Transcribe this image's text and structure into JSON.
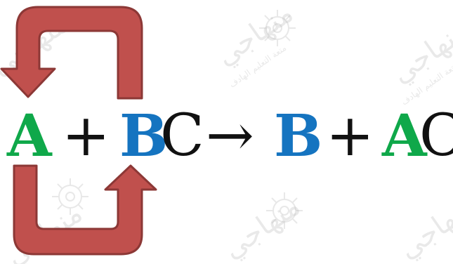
{
  "equation": {
    "lhs_a": "A",
    "plus_1": "+",
    "lhs_b": "B",
    "lhs_c": "C",
    "arrow": "→",
    "rhs_b": "B",
    "plus_2": "+",
    "rhs_a": "A",
    "rhs_c": "C"
  },
  "colors": {
    "a": "#0fa84a",
    "b": "#1574c0",
    "c": "#111111",
    "arrow_fill": "#c0504d",
    "arrow_stroke": "#8c3836",
    "watermark": "#c9c9c9"
  },
  "watermark": {
    "text": "منهاجي",
    "subtext": "متعة التعليم الهادف"
  }
}
